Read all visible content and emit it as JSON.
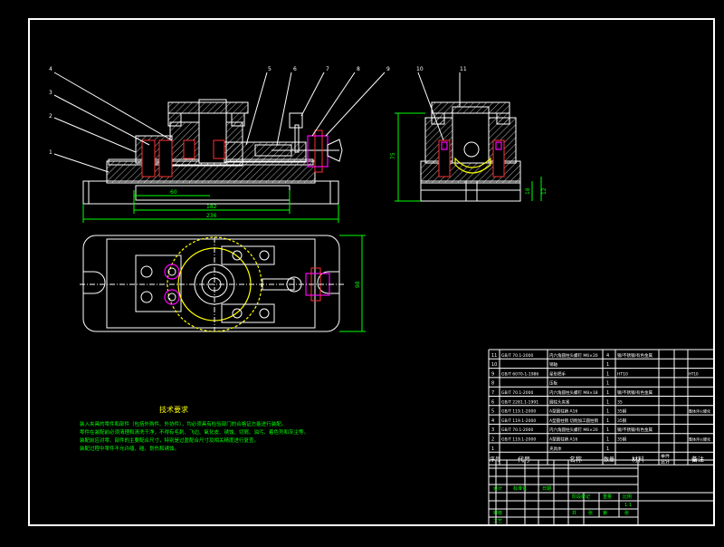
{
  "drawing": {
    "balloon_labels": [
      "4",
      "3",
      "2",
      "1",
      "5",
      "6",
      "7",
      "8",
      "9",
      "10",
      "11"
    ],
    "dimensions": {
      "front_inner": "60",
      "front_middle": "182",
      "front_overall": "236",
      "side_height": "75",
      "side_small_a": "18",
      "side_small_b": "12",
      "plan_height": "98"
    }
  },
  "tech_notes": {
    "title": "技术要求",
    "lines": [
      "装入夹具的零件和部件（包括外购件、外协件），均必须具有检验部门的合格证方能进行装配。",
      "零件在装配前必须清理和清洗干净，不得有毛刺、飞边、氧化皮、锈蚀、切屑、油污、着色剂和灰尘等。",
      "装配前应对零、部件的主要配合尺寸，特别是过盈配合尺寸及相关精度进行复查。",
      "装配过程中零件不允许磕、碰、划伤和锈蚀。"
    ]
  },
  "bom": {
    "rows": [
      {
        "no": "11",
        "code": "GB/T 70.1-2000",
        "name": "内六角圆柱头螺钉 M6×20",
        "qty": "4",
        "material": "钢/不锈钢/有色金属",
        "note": ""
      },
      {
        "no": "10",
        "code": "",
        "name": "销轴",
        "qty": "1",
        "material": "",
        "note": ""
      },
      {
        "no": "9",
        "code": "GB/T 6070-1-1986",
        "name": "星形把手",
        "qty": "1",
        "material": "HT10",
        "note": "HT10"
      },
      {
        "no": "8",
        "code": "",
        "name": "压板",
        "qty": "1",
        "material": "",
        "note": ""
      },
      {
        "no": "7",
        "code": "GB/T 70.1-2000",
        "name": "内六角圆柱头螺钉 M8×18",
        "qty": "1",
        "material": "钢/不锈钢/有色金属",
        "note": ""
      },
      {
        "no": "6",
        "code": "GB/T 2281.1-1991",
        "name": "圆柱头夹紧",
        "qty": "1",
        "material": "35",
        "note": ""
      },
      {
        "no": "5",
        "code": "GB/T 119.1-2000",
        "name": "A型圆柱销 A16",
        "qty": "1",
        "material": "35钢",
        "note": "整体淬火硬化"
      },
      {
        "no": "4",
        "code": "GB/T 119.1-2000",
        "name": "A型圆柱销 切削加工圆柱销",
        "qty": "1",
        "material": "35钢",
        "note": ""
      },
      {
        "no": "3",
        "code": "GB/T 70.1-2000",
        "name": "内六角圆柱头螺钉 M6×20",
        "qty": "1",
        "material": "钢/不锈钢/有色金属",
        "note": ""
      },
      {
        "no": "2",
        "code": "GB/T 119.1-2000",
        "name": "A型圆柱销 A16",
        "qty": "1",
        "material": "35钢",
        "note": "整体淬火硬化"
      },
      {
        "no": "1",
        "code": "",
        "name": "夹具体",
        "qty": "1",
        "material": "",
        "note": ""
      }
    ],
    "header": {
      "no": "序号",
      "code": "代号",
      "name": "名称",
      "qty": "数量",
      "material": "材料",
      "weight_top": "单件",
      "weight_bottom": "总计",
      "note": "备注"
    }
  },
  "title_block": {
    "labels": [
      "设计",
      "标准化",
      "审核",
      "工艺",
      "日期",
      "阶段标记",
      "重量",
      "比例",
      "共",
      "张",
      "第",
      "张"
    ],
    "scale": "1:1"
  },
  "colors": {
    "background": "#000000",
    "outline": "#ffffff",
    "highlight": "#ffff00",
    "text_green": "#00ff00",
    "parts_magenta": "#ff00ff",
    "parts_red": "#ff3030",
    "dimension_green": "#00ff00"
  }
}
